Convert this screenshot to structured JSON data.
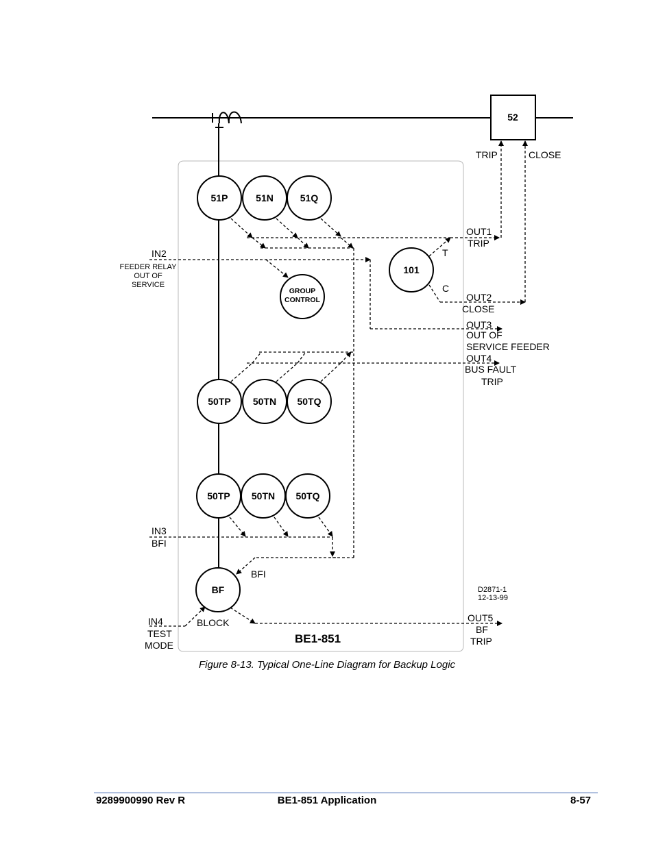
{
  "diagram": {
    "breaker": "52",
    "trip_arrow_label": "TRIP",
    "close_arrow_label": "CLOSE",
    "relays_row1": [
      "51P",
      "51N",
      "51Q"
    ],
    "relays_row2": [
      "50TP",
      "50TN",
      "50TQ"
    ],
    "relays_row3": [
      "50TP",
      "50TN",
      "50TQ"
    ],
    "relay_101": "101",
    "relay_101_t": "T",
    "relay_101_c": "C",
    "group_control": [
      "GROUP",
      "CONTROL"
    ],
    "bf_relay": "BF",
    "bfi_label": "BFI",
    "block_label": "BLOCK",
    "in2": {
      "name": "IN2",
      "desc": [
        "FEEDER RELAY",
        "OUT OF",
        "SERVICE"
      ]
    },
    "in3": {
      "name": "IN3",
      "desc": [
        "BFI"
      ]
    },
    "in4": {
      "name": "IN4",
      "desc": [
        "TEST",
        "MODE"
      ]
    },
    "out1": {
      "name": "OUT1",
      "desc": [
        "TRIP"
      ]
    },
    "out2": {
      "name": "OUT2",
      "desc": [
        "CLOSE"
      ]
    },
    "out3": {
      "name": "OUT3",
      "desc": [
        "OUT OF",
        "SERVICE FEEDER"
      ]
    },
    "out4": {
      "name": "OUT4",
      "desc": [
        "BUS FAULT",
        "TRIP"
      ]
    },
    "out5": {
      "name": "OUT5",
      "desc": [
        "BF",
        "TRIP"
      ]
    },
    "drawing_id": [
      "D2871-1",
      "12-13-99"
    ],
    "device_name": "BE1-851"
  },
  "caption": "Figure 8-13. Typical One-Line Diagram for Backup Logic",
  "footer": {
    "left": "9289900990 Rev R",
    "center": "BE1-851 Application",
    "right": "8-57"
  }
}
